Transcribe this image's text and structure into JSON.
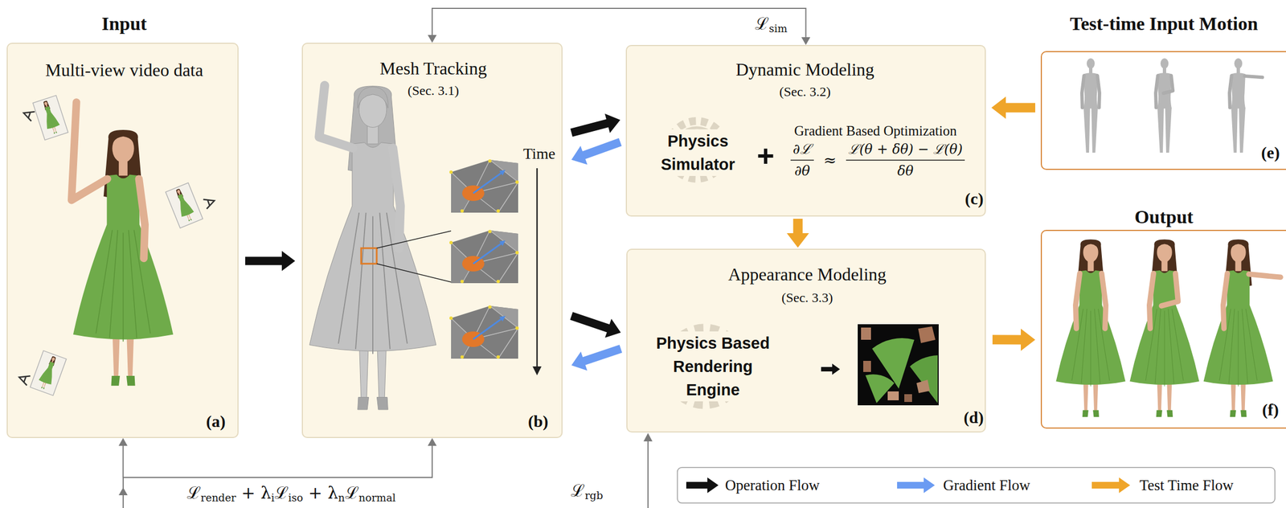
{
  "diagram": {
    "nodes": [
      {
        "text": [
          "Input",
          "Multi-view video data",
          "(a)"
        ]
      },
      {
        "text": [
          "Mesh Tracking",
          "(Sec. 3.1)",
          "Time",
          "(b)"
        ]
      },
      {
        "text": [
          "Dynamic Modeling",
          "(Sec. 3.2)",
          "Physics Simulator",
          "+",
          "Gradient Based Optimization",
          "∂ℒ",
          "∂θ",
          "≈",
          "ℒ(θ + δθ) − ℒ(θ)",
          "δθ",
          "(c)"
        ]
      },
      {
        "text": [
          "Appearance Modeling",
          "(Sec. 3.3)",
          "Physics Based Rendering Engine",
          "(d)"
        ]
      },
      {
        "text": [
          "Test-time Input Motion",
          "(e)"
        ]
      },
      {
        "text": [
          "Output",
          "(f)"
        ]
      }
    ],
    "edges": [
      {
        "from": 0,
        "to": 1,
        "arrow": "to"
      },
      {
        "from": 1,
        "to": 2,
        "arrow": "to"
      },
      {
        "from": 2,
        "to": 1,
        "arrow": "to"
      },
      {
        "from": 1,
        "to": 3,
        "arrow": "to"
      },
      {
        "from": 3,
        "to": 1,
        "arrow": "to"
      },
      {
        "from": 2,
        "to": 3,
        "arrow": "to"
      },
      {
        "from": 4,
        "to": 2,
        "arrow": "to"
      },
      {
        "from": 3,
        "to": 5,
        "arrow": "to"
      },
      {
        "from": 1,
        "to": 2,
        "label": "ℒsim",
        "arrow": "both"
      },
      {
        "from": 0,
        "to": 1,
        "label": "ℒrender + λiℒiso + λnℒnormal",
        "arrow": "both"
      }
    ],
    "labels": [
      "ℒrgb"
    ],
    "legend": [
      {
        "text": "Operation Flow"
      },
      {
        "text": "Gradient Flow"
      },
      {
        "text": "Test Time Flow"
      }
    ]
  }
}
